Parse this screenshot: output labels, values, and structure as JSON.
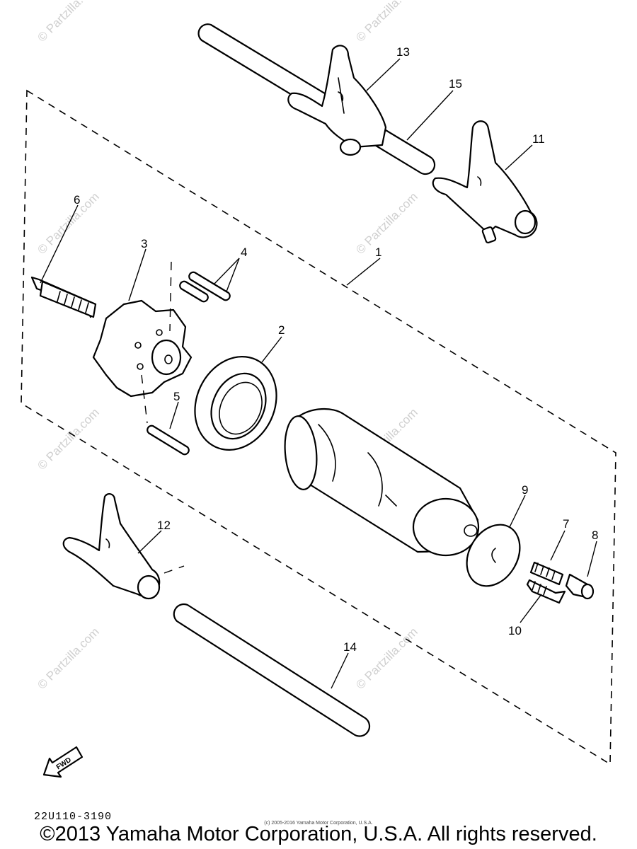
{
  "watermark": "© Partzilla.com",
  "callouts": [
    "1",
    "2",
    "3",
    "4",
    "5",
    "6",
    "7",
    "8",
    "9",
    "10",
    "11",
    "12",
    "13",
    "14",
    "15"
  ],
  "fwd_label": "FWD",
  "diagram_code": "22U110-3190",
  "small_copyright": "(c) 2005-2016 Yamaha Motor Corporation, U.S.A.",
  "copyright": "©2013 Yamaha Motor Corporation, U.S.A. All rights reserved."
}
